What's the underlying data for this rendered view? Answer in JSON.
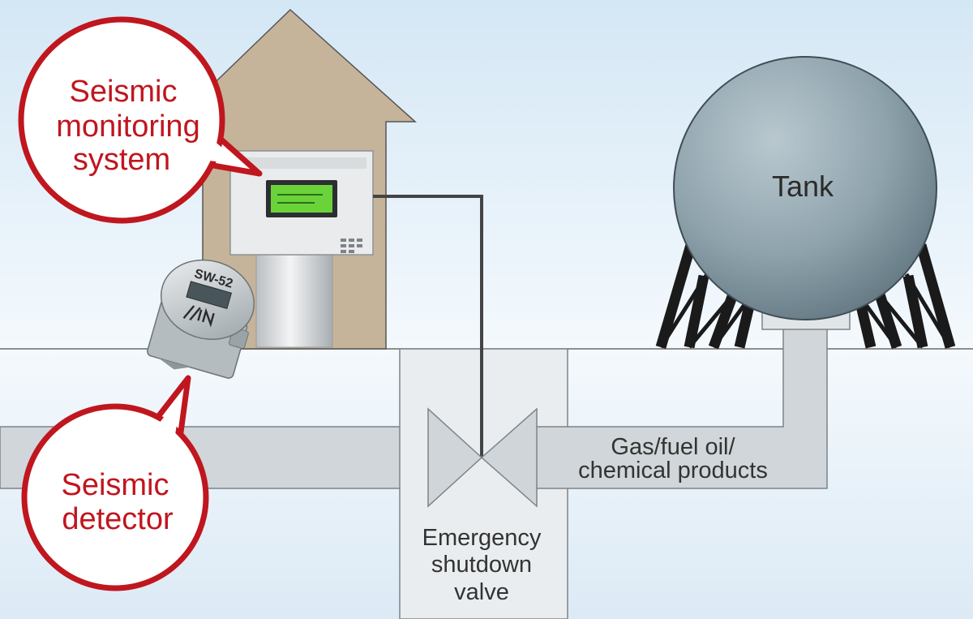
{
  "colors": {
    "sky_top": "#d4e7f5",
    "sky_bottom": "#f4f9fd",
    "house": "#c6b49a",
    "pipe": "#d0d6d9",
    "callout_red": "#c0161e",
    "tank": "#8fa3ad",
    "lcd": "#6ad33a"
  },
  "labels": {
    "monitor_callout": [
      "Seismic",
      "monitoring",
      "system"
    ],
    "detector_callout": [
      "Seismic",
      "detector"
    ],
    "tank": "Tank",
    "pipe_contents": [
      "Gas/fuel oil/",
      "chemical products"
    ],
    "valve": [
      "Emergency",
      "shutdown",
      "valve"
    ]
  },
  "device": {
    "detector_model": "SW-52"
  },
  "icons": {
    "house": "house-icon",
    "monitor_panel": "control-panel-icon",
    "detector": "seismometer-icon",
    "valve": "butterfly-valve-icon",
    "tank": "spherical-tank-icon"
  }
}
